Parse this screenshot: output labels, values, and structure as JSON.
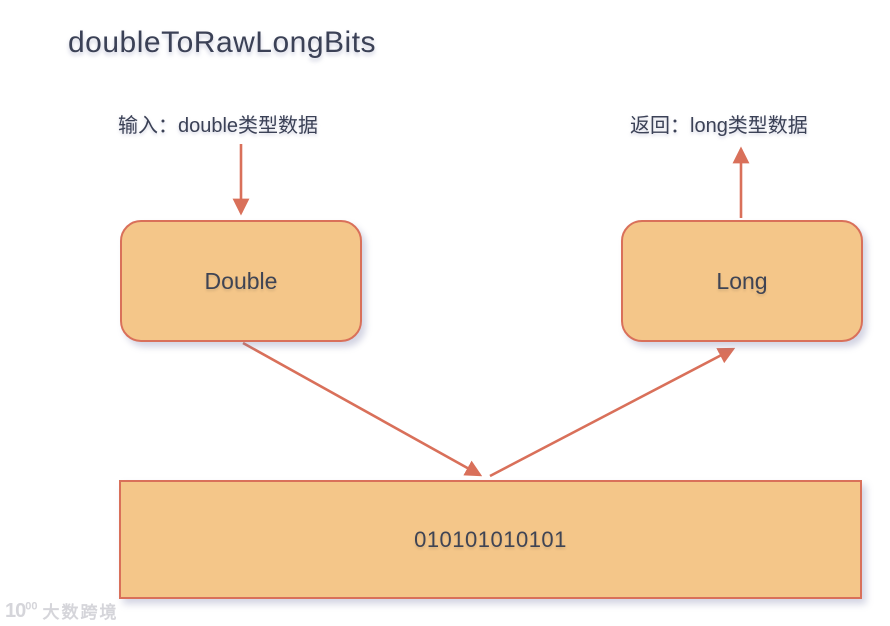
{
  "title": "doubleToRawLongBits",
  "labels": {
    "input": "输入：double类型数据",
    "output": "返回：long类型数据"
  },
  "nodes": {
    "double": "Double",
    "long": "Long",
    "bits": "010101010101"
  },
  "watermark": {
    "logo_base": "10",
    "logo_sup": "00",
    "text": "大数跨境"
  },
  "colors": {
    "box_fill": "#F4C689",
    "box_border": "#D9705A",
    "arrow_color": "#D9705A",
    "ink": "#3B4156",
    "node_ink": "#3F4454",
    "watermark_color": "#D5D5DA",
    "bg": "#FFFFFF"
  }
}
